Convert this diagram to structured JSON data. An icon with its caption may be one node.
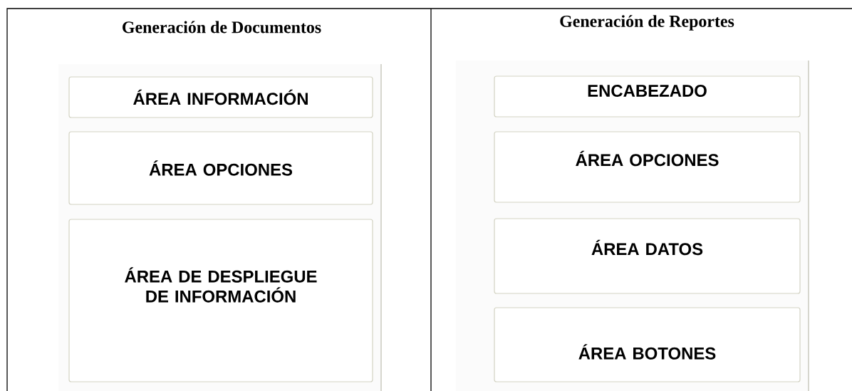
{
  "diagram": {
    "nodes": [
      {
        "text": [
          "ÁREA INFORMACIÓN"
        ]
      },
      {
        "text": [
          "ÁREA OPCIONES"
        ]
      },
      {
        "text": [
          "ÁREA DE DESPLIEGUE DE INFORMACIÓN"
        ]
      },
      {
        "text": [
          "ENCABEZADO"
        ]
      },
      {
        "text": [
          "ÁREA OPCIONES"
        ]
      },
      {
        "text": [
          "ÁREA DATOS"
        ]
      },
      {
        "text": [
          "ÁREA BOTONES"
        ]
      }
    ],
    "labels": [
      "Generación de Documentos",
      "Generación de Reportes"
    ]
  }
}
